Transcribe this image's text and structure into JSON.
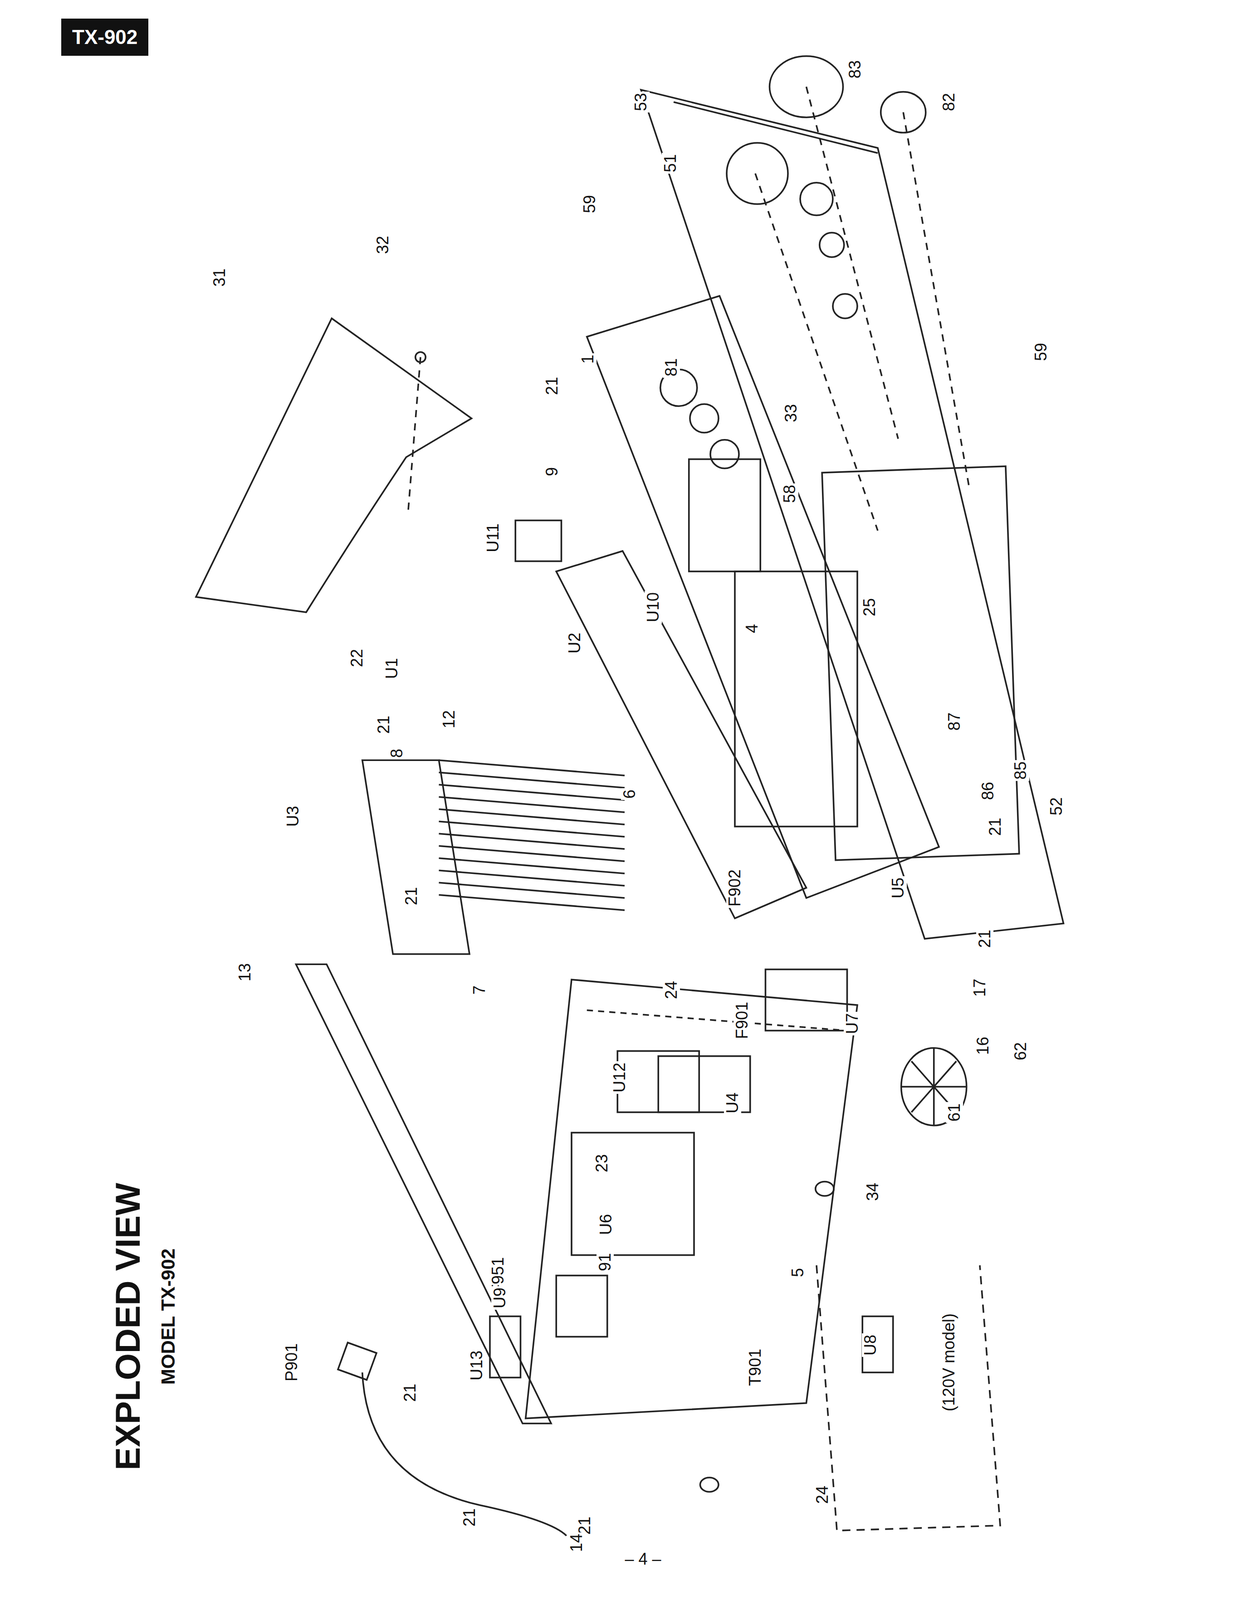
{
  "diagram": {
    "title": "EXPLODED VIEW",
    "nodes": [
      {
        "text": [
          "TX-902"
        ]
      }
    ],
    "labels": [
      "MODEL TX-902",
      "83",
      "82",
      "53",
      "51",
      "59",
      "59",
      "32",
      "31",
      "21",
      "81",
      "1",
      "9",
      "33",
      "58",
      "U11",
      "4",
      "25",
      "U2",
      "U10",
      "22",
      "U1",
      "21",
      "12",
      "8",
      "87",
      "85",
      "86",
      "21",
      "52",
      "6",
      "U3",
      "21",
      "F902",
      "U5",
      "21",
      "17",
      "16",
      "62",
      "61",
      "7",
      "13",
      "24",
      "F901",
      "U7",
      "U12",
      "U4",
      "23",
      "34",
      "U6",
      "F951",
      "U9",
      "91",
      "5",
      "T901",
      "U8",
      "(120V model)",
      "21",
      "U13",
      "P901",
      "24",
      "21",
      "21",
      "14",
      "– 4 –"
    ]
  }
}
